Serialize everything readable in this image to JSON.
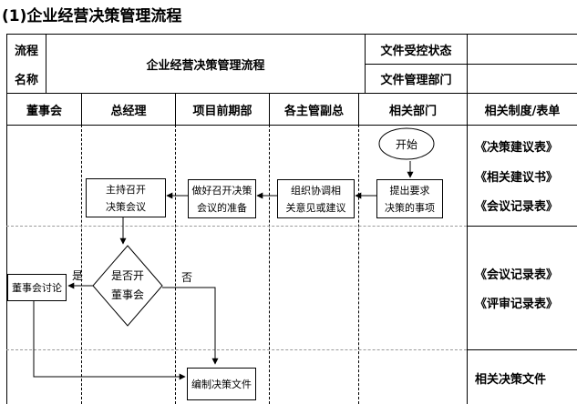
{
  "document": {
    "heading": "(1)企业经营决策管理流程"
  },
  "info_table": {
    "process_label_1": "流程",
    "process_label_2": "名称",
    "process_name": "企业经营决策管理流程",
    "doc_control_label": "文件受控状态",
    "doc_control_value": "",
    "doc_dept_label": "文件管理部门",
    "doc_dept_value": ""
  },
  "lanes": [
    "董事会",
    "总经理",
    "项目前期部",
    "各主管副总",
    "相关部门",
    "相关制度/表单"
  ],
  "flow": {
    "start": "开始",
    "submit_requirement": [
      "提出要求",
      "决策的事项"
    ],
    "organize_opinions": [
      "组织协调相",
      "关意见或建议"
    ],
    "prepare_meeting": [
      "做好召开决策",
      "会议的准备"
    ],
    "host_meeting": [
      "主持召开",
      "决策会议"
    ],
    "decision": [
      "是否开",
      "董事会"
    ],
    "yes_label": "是",
    "no_label": "否",
    "board_discussion": "董事会讨论",
    "compile_document": "编制决策文件"
  },
  "forms": {
    "section1": [
      "《决策建议表》",
      "《相关建议书》",
      "《会议记录表》"
    ],
    "section2": [
      "《会议记录表》",
      "《评审记录表》"
    ],
    "section3": [
      "相关决策文件"
    ]
  }
}
